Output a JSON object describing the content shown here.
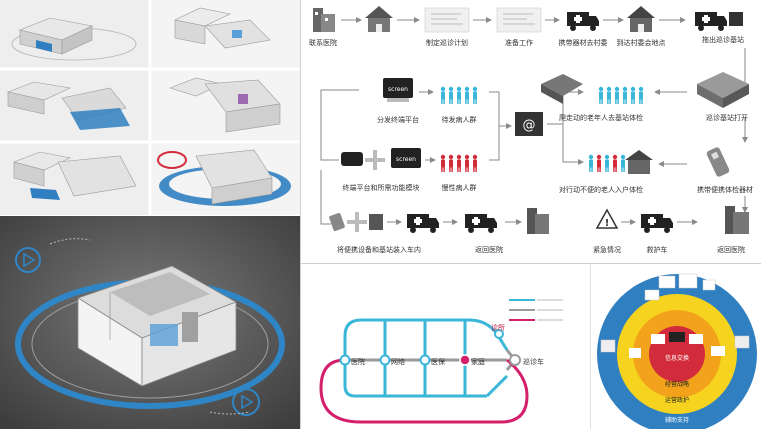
{
  "flow": {
    "row1": [
      "联系医院",
      "制定巡诊计划",
      "准备工作",
      "携带器材去村委",
      "到达村委会地点",
      "拖出巡诊基站"
    ],
    "row2": [
      "分发终端平台",
      "待发病人群",
      "爬走动的老年人去基站体检",
      "巡诊基站打开"
    ],
    "row3": [
      "终端平台和所需功能模块",
      "慢性病人群",
      "对行动不便的老人入户体检",
      "携带便携体检器材"
    ],
    "row4": [
      "将便携设备和基站装入车内",
      "返回医院",
      "紧急情况",
      "救护车",
      "返回医院"
    ],
    "screen_label": "screen",
    "email_symbol": "@"
  },
  "metro": {
    "stations": [
      "医院",
      "网络",
      "医保",
      "家庭"
    ],
    "vehicle": "巡诊车",
    "hub": "诊所"
  },
  "rings": {
    "center": "信息交换",
    "ring2": "经营战略",
    "ring3": "运营政护",
    "ring4": "辅助支持"
  },
  "colors": {
    "red": "#d22b3b",
    "blue": "#2f7fc1",
    "cyan": "#39b6d8",
    "magenta": "#d41f6a",
    "orange": "#f2a31b",
    "yellow": "#f6d31f"
  }
}
